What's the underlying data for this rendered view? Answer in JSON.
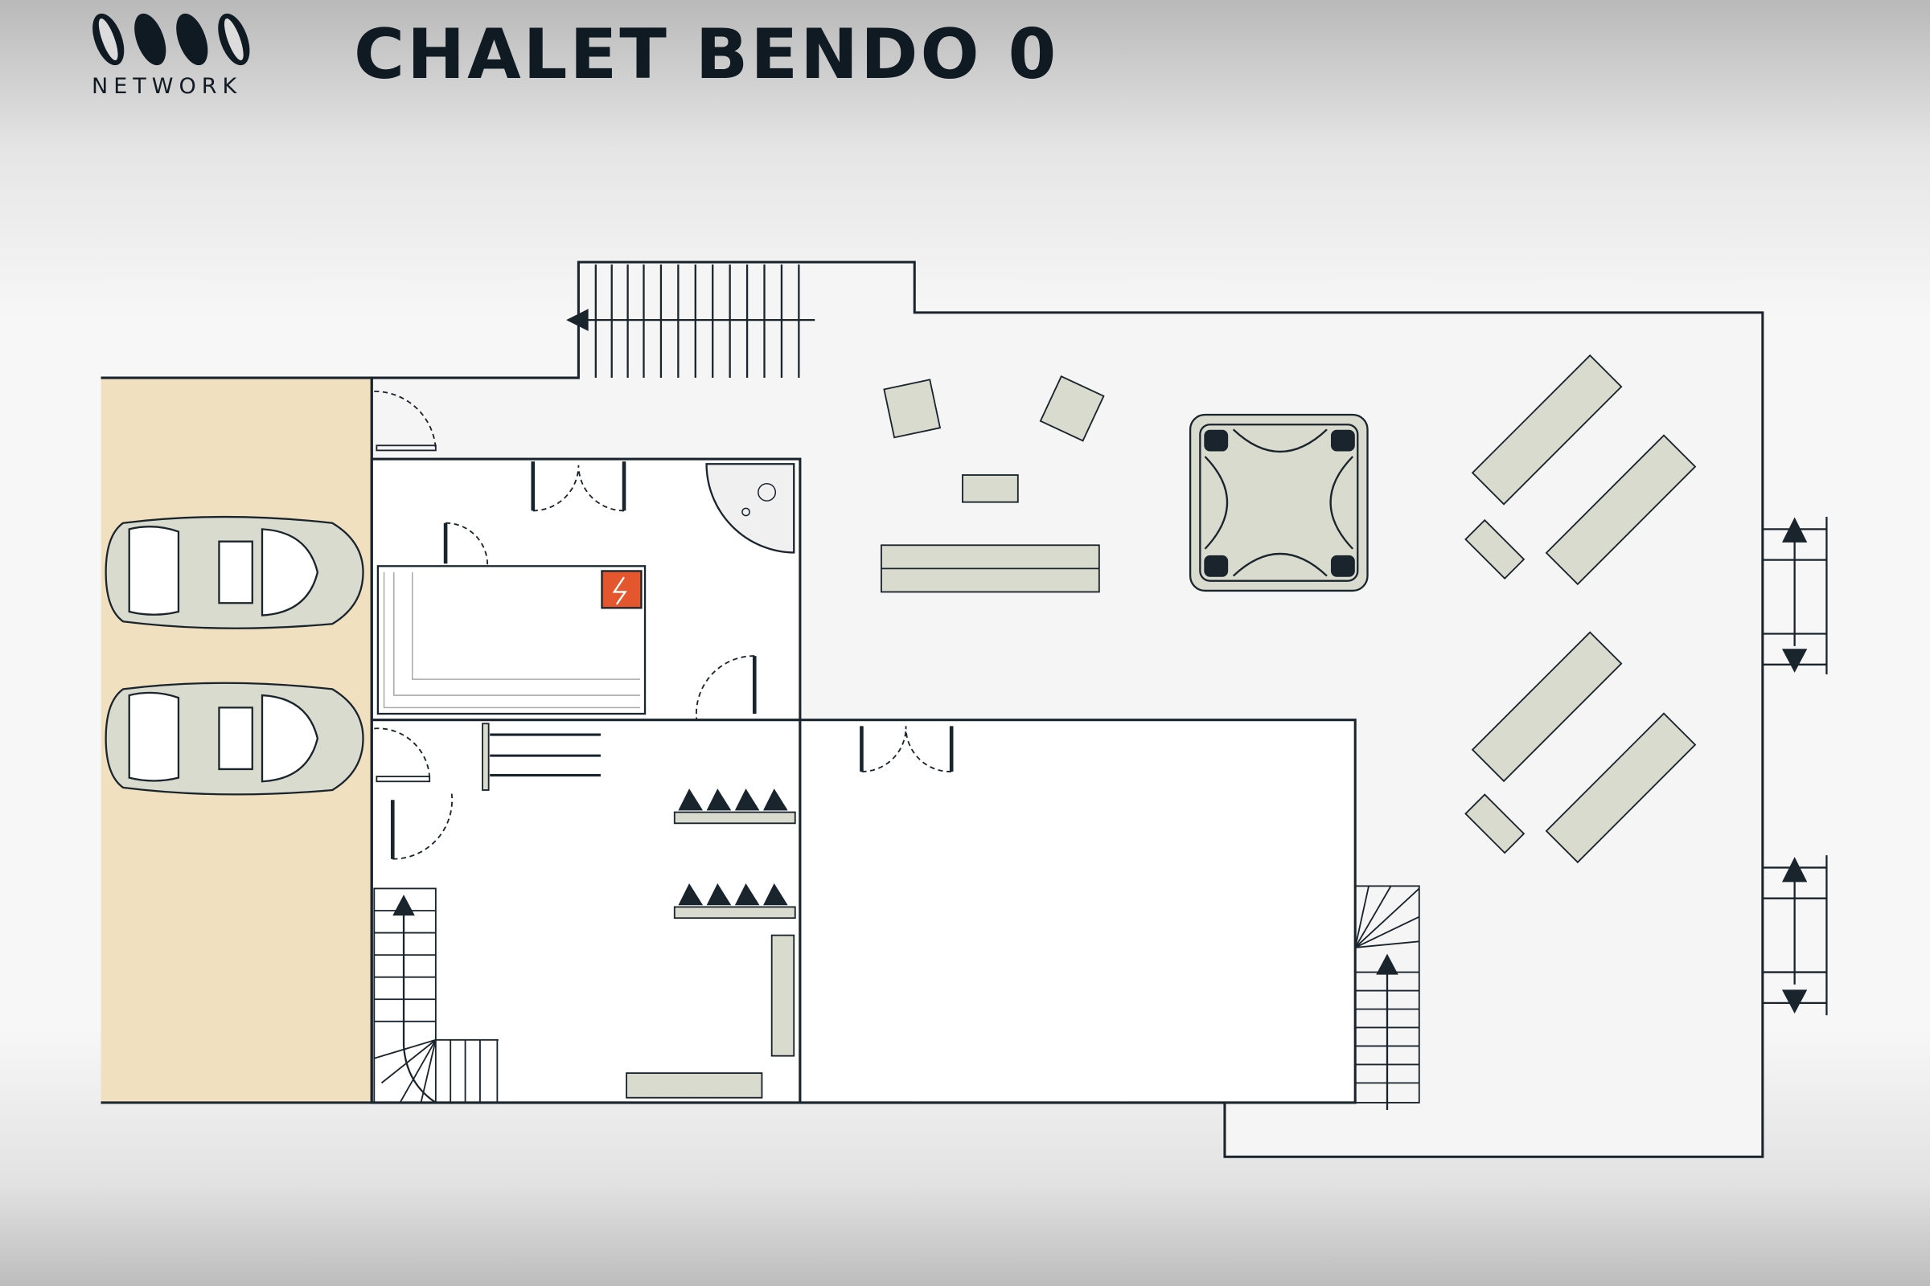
{
  "brand": {
    "logo_text": "NETWORK",
    "logo_mark": "ONO"
  },
  "header": {
    "title": "CHALET BENDO 0"
  },
  "colors": {
    "ink": "#1a242c",
    "parking": "#f0e0bf",
    "furniture": "#d9dbcf",
    "terrace": "#f5f5f5",
    "sauna_heater": "#e4572e"
  }
}
